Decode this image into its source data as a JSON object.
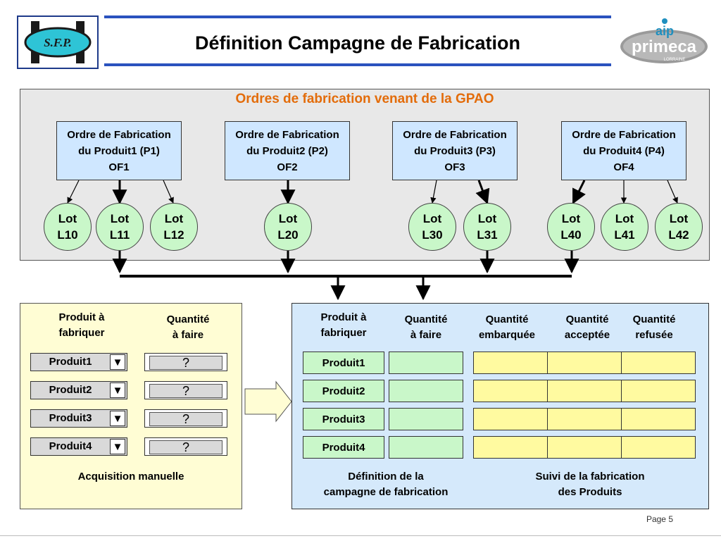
{
  "header": {
    "title": "Définition Campagne de Fabrication",
    "logo_left_text": "S.F.P.",
    "logo_right_text_top": "aip",
    "logo_right_text_main": "primeca",
    "logo_right_text_sub": "LORRAINE"
  },
  "gpao": {
    "title": "Ordres de fabrication venant de la GPAO",
    "orders": [
      {
        "line1": "Ordre de Fabrication",
        "line2": "du Produit1 (P1)",
        "line3": "OF1"
      },
      {
        "line1": "Ordre de Fabrication",
        "line2": "du Produit2 (P2)",
        "line3": "OF2"
      },
      {
        "line1": "Ordre de Fabrication",
        "line2": "du Produit3 (P3)",
        "line3": "OF3"
      },
      {
        "line1": "Ordre de Fabrication",
        "line2": "du Produit4 (P4)",
        "line3": "OF4"
      }
    ],
    "lots": [
      {
        "line1": "Lot",
        "line2": "L10"
      },
      {
        "line1": "Lot",
        "line2": "L11"
      },
      {
        "line1": "Lot",
        "line2": "L12"
      },
      {
        "line1": "Lot",
        "line2": "L20"
      },
      {
        "line1": "Lot",
        "line2": "L30"
      },
      {
        "line1": "Lot",
        "line2": "L31"
      },
      {
        "line1": "Lot",
        "line2": "L40"
      },
      {
        "line1": "Lot",
        "line2": "L41"
      },
      {
        "line1": "Lot",
        "line2": "L42"
      }
    ]
  },
  "manual": {
    "col1_line1": "Produit à",
    "col1_line2": "fabriquer",
    "col2_line1": "Quantité",
    "col2_line2": "à faire",
    "rows": [
      {
        "product": "Produit1",
        "dropdown": "▼",
        "qty": "?"
      },
      {
        "product": "Produit2",
        "dropdown": "▼",
        "qty": "?"
      },
      {
        "product": "Produit3",
        "dropdown": "▼",
        "qty": "?"
      },
      {
        "product": "Produit4",
        "dropdown": "▼",
        "qty": "?"
      }
    ],
    "footer": "Acquisition manuelle"
  },
  "campaign": {
    "headers": [
      {
        "line1": "Produit à",
        "line2": "fabriquer"
      },
      {
        "line1": "Quantité",
        "line2": "à faire"
      },
      {
        "line1": "Quantité",
        "line2": "embarquée"
      },
      {
        "line1": "Quantité",
        "line2": "acceptée"
      },
      {
        "line1": "Quantité",
        "line2": "refusée"
      }
    ],
    "products": [
      "Produit1",
      "Produit2",
      "Produit3",
      "Produit4"
    ],
    "footer_left_line1": "Définition de la",
    "footer_left_line2": "campagne de fabrication",
    "footer_right_line1": "Suivi de la fabrication",
    "footer_right_line2": "des Produits"
  },
  "page": "Page 5",
  "colors": {
    "accent_blue": "#2a52be",
    "gpao_title": "#e36c0a",
    "lot_fill": "#c9f7c9",
    "of_fill": "#cfe7ff",
    "manual_bg": "#fffdd4",
    "campaign_bg": "#d5e9fb",
    "tracking_fill": "#fffaa0"
  }
}
